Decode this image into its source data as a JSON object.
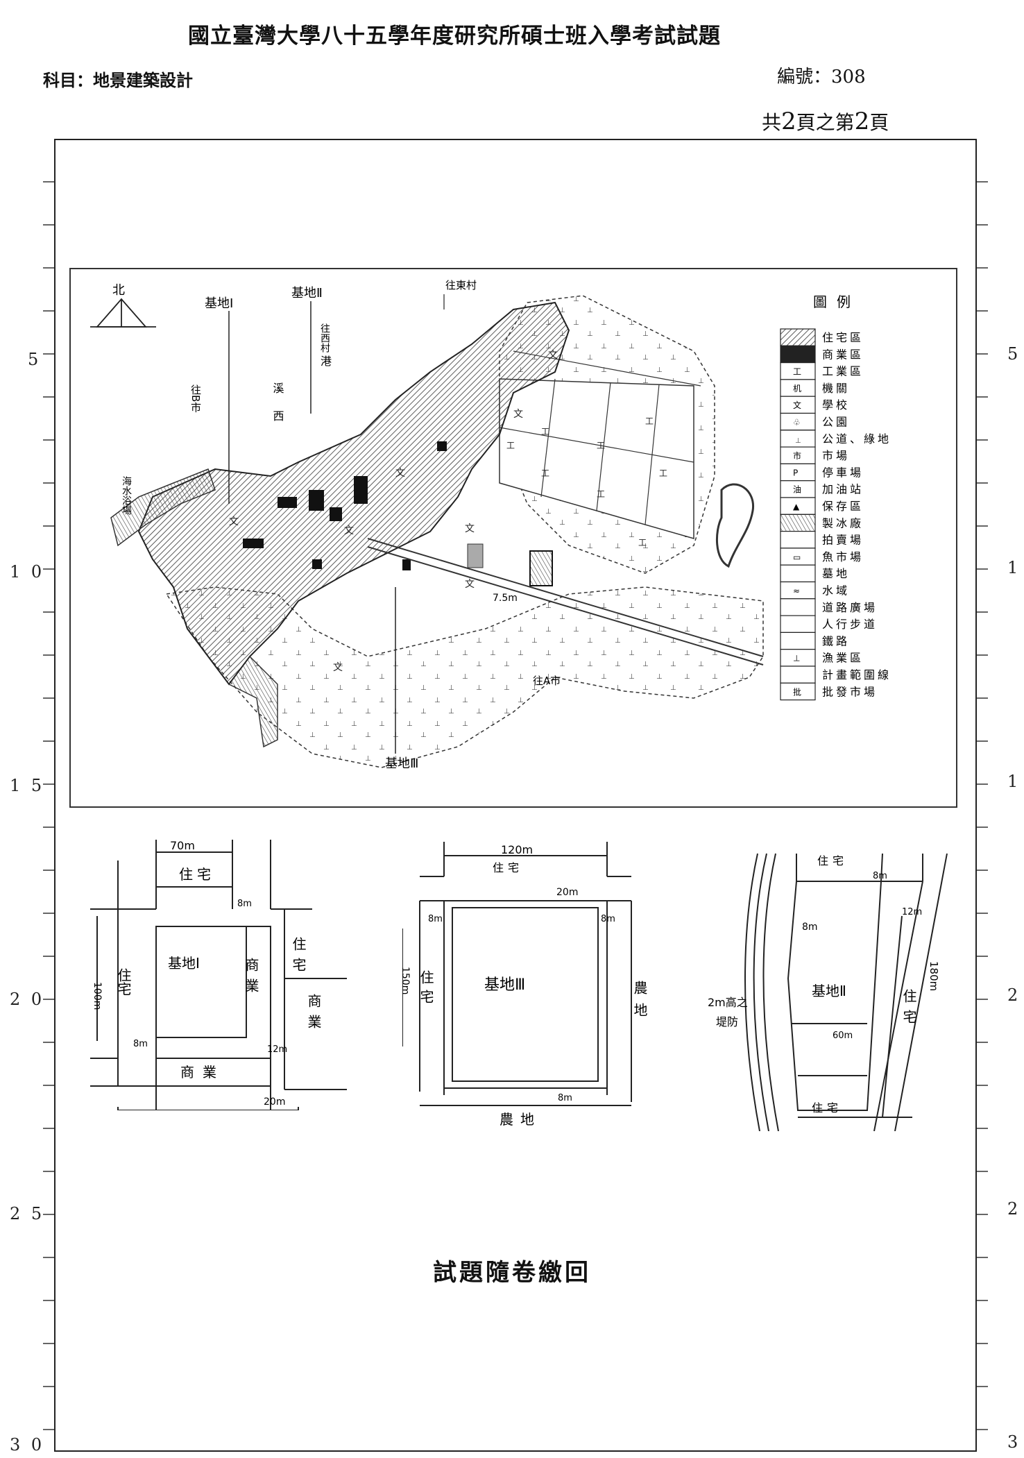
{
  "header": {
    "title": "國立臺灣大學八十五學年度研究所碩士班入學考試試題",
    "subject": "科目：地景建築設計",
    "code": "編號：308",
    "pages_prefix": "共",
    "pages_total": "2",
    "pages_mid": "頁之第",
    "pages_current": "2",
    "pages_suffix": "頁"
  },
  "margin": {
    "left": [
      "5",
      "1 0",
      "1 5",
      "2 0",
      "2 5",
      "3 0"
    ],
    "right": [
      "5",
      "1",
      "1",
      "2",
      "2",
      "3"
    ]
  },
  "map": {
    "north": "北",
    "site1": "基地Ⅰ",
    "site2": "基地Ⅱ",
    "site3": "基地Ⅲ",
    "to_east_village": "往東村",
    "to_west_village": "往西村",
    "harbor": "港",
    "west_creek": "溪西",
    "to_b_city": "往B市",
    "to_a_city": "往A市",
    "bathing_beach": "海水浴場",
    "level": "7.5m",
    "legend_title": "圖例",
    "legend": [
      "住宅區",
      "商業區",
      "工業區",
      "機關",
      "學校",
      "公園",
      "公道、綠地",
      "市場",
      "停車場",
      "加油站",
      "保存區",
      "製冰廠",
      "拍賣場",
      "魚市場",
      "墓地",
      "水域",
      "道路廣場",
      "人行步道",
      "鐵路",
      "漁業區",
      "計畫範圍線",
      "批發市場"
    ]
  },
  "site1_sketch": {
    "top_width": "70m",
    "residential_top": "住宅",
    "setback_8m_a": "8m",
    "left_depth": "100m",
    "residential_left": "住宅",
    "site_label": "基地Ⅰ",
    "commercial_right": "商業",
    "residential_right": "住宅",
    "commercial_right2": "商業",
    "setback_8m_b": "8m",
    "commercial_bottom": "商業",
    "setback_12m": "12m",
    "road_20m": "20m",
    "commercial_bottom2": "商業"
  },
  "site3_sketch": {
    "top_width": "120m",
    "residential_top": "住宅",
    "road_20m": "20m",
    "setback_8m_left": "8m",
    "setback_8m_right": "8m",
    "left_depth": "150m",
    "residential_left": "住宅",
    "site_label": "基地Ⅲ",
    "farmland_right": "農地",
    "setback_8m_bottom": "8m",
    "farmland_bottom": "農地"
  },
  "site2_sketch": {
    "residential_top": "住宅",
    "setback_8m_top": "8m",
    "setback_12m": "12m",
    "setback_8m_left": "8m",
    "site_label": "基地Ⅱ",
    "residential_right": "住宅",
    "length": "180m",
    "width": "60m",
    "embankment_1": "2m高之",
    "embankment_2": "堤防",
    "residential_bottom": "住宅"
  },
  "footer": {
    "note": "試題隨卷繳回"
  }
}
